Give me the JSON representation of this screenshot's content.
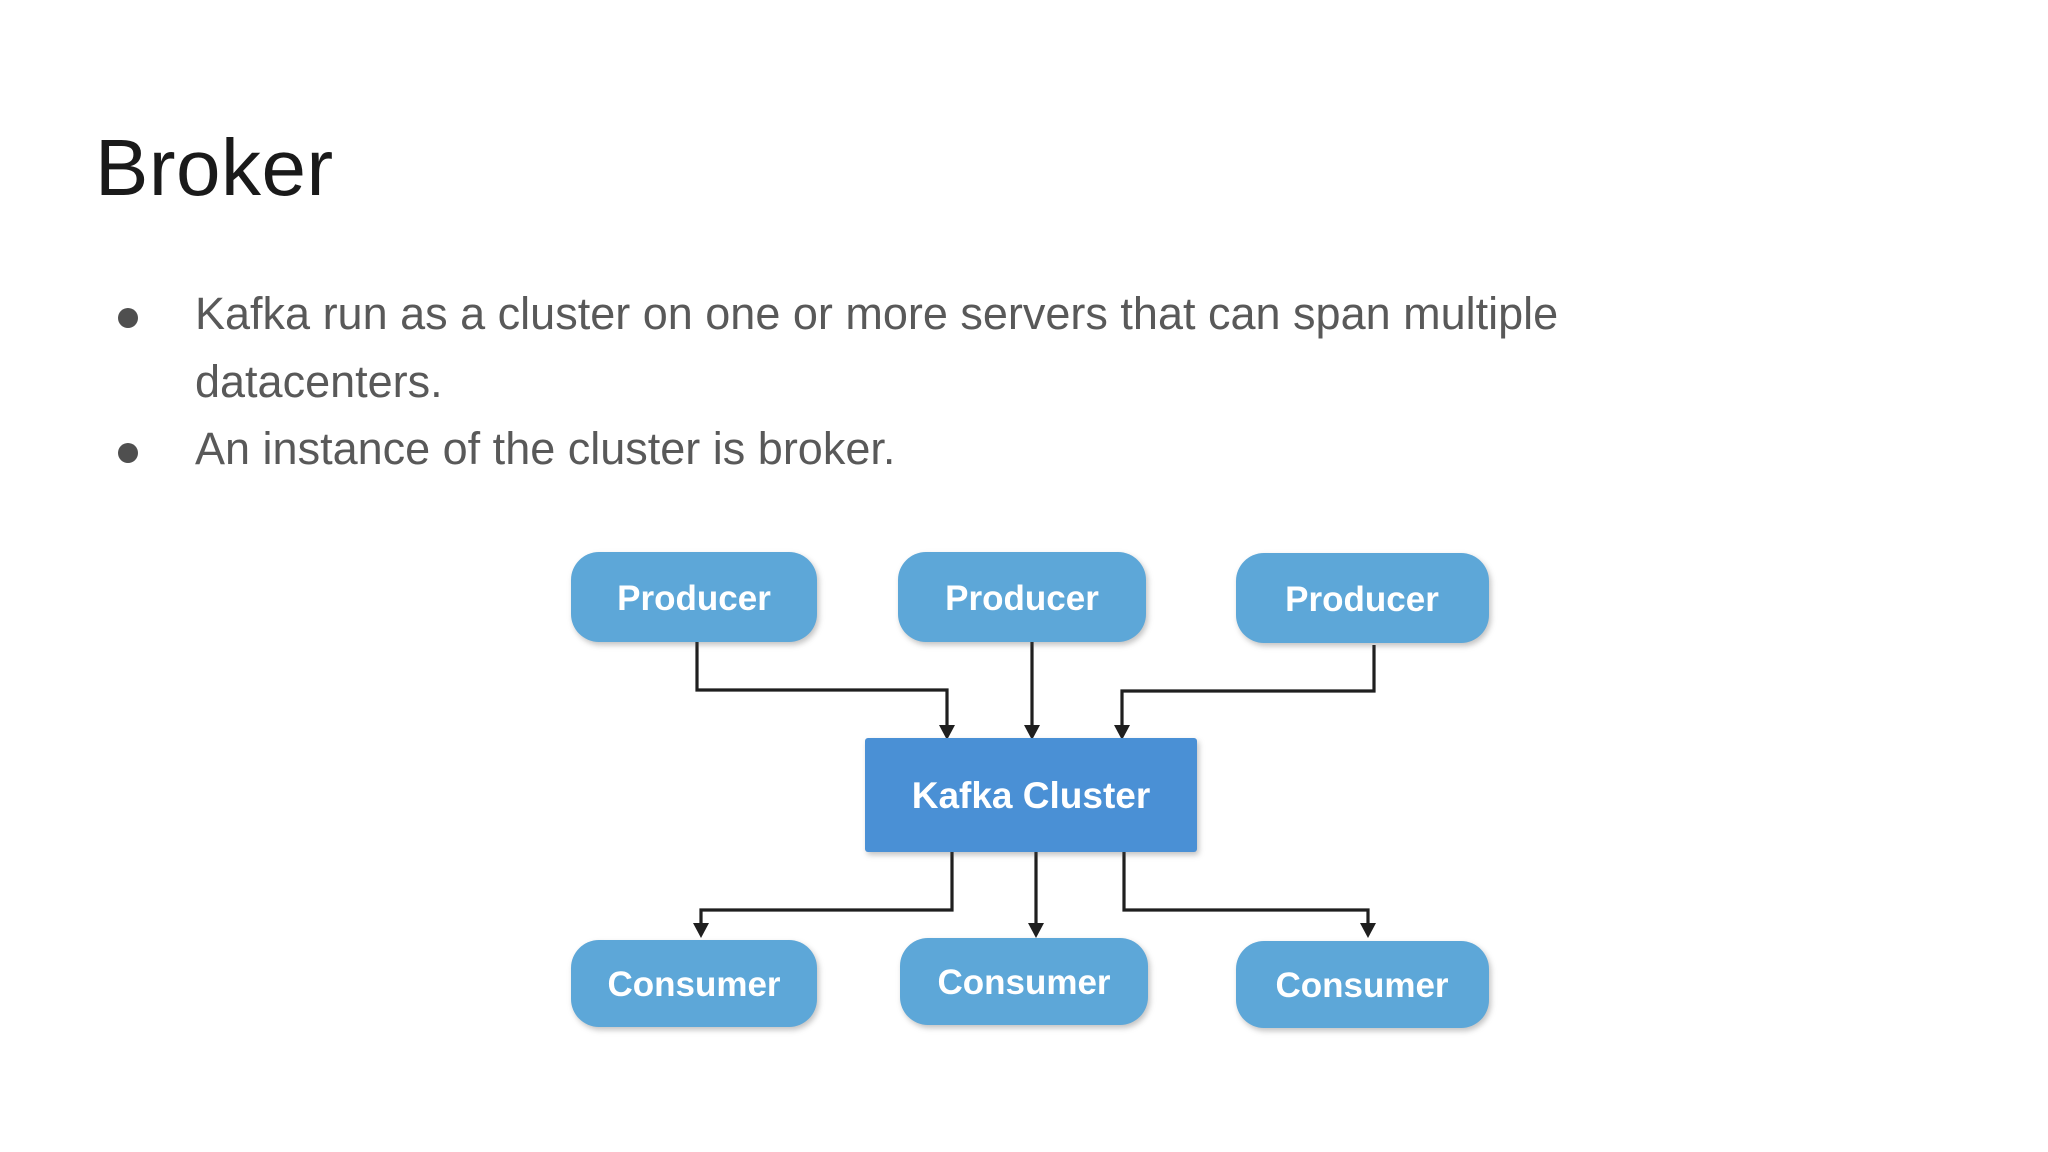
{
  "slide": {
    "title": "Broker",
    "bullets": [
      "Kafka run as a cluster on one or more servers that can span multiple datacenters.",
      "An instance of the cluster is broker."
    ]
  },
  "diagram": {
    "producer_labels": [
      "Producer",
      "Producer",
      "Producer"
    ],
    "cluster_label": "Kafka Cluster",
    "consumer_labels": [
      "Consumer",
      "Consumer",
      "Consumer"
    ],
    "colors": {
      "node_fill": "#5da7d8",
      "cluster_fill": "#4a90d5",
      "label_text": "#ffffff",
      "arrow": "#1f1f1f"
    }
  }
}
